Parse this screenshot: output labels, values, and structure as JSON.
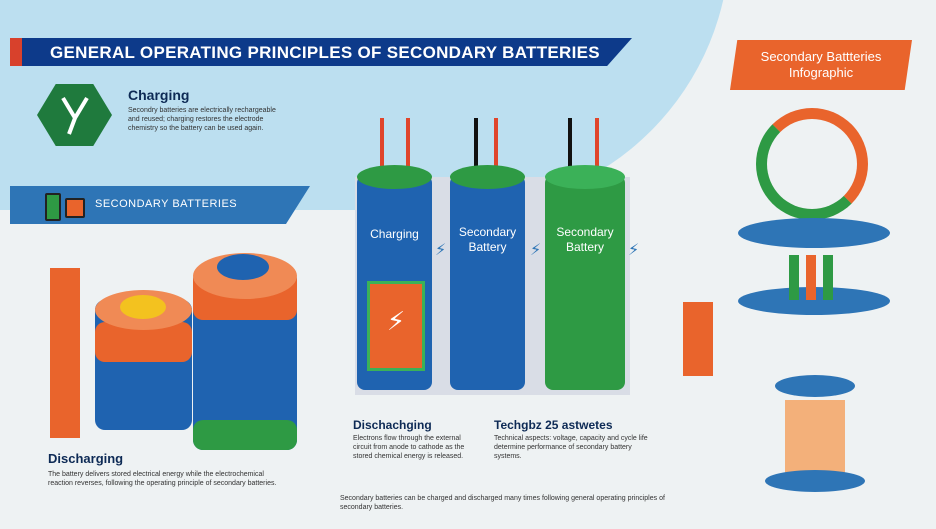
{
  "title": "GENERAL OPERATING PRINCIPLES OF SECONDARY BATTERIES",
  "badge": {
    "line1": "Secondary Battteries",
    "line2": "Infographic"
  },
  "charging": {
    "heading": "Charging",
    "body": "Secondry batteries are electrically rechargeable and reused; charging restores the electrode chemistry so the battery can be used again."
  },
  "secondary_bar": "SECONDARY BATTERIES",
  "cells": [
    {
      "label1": "Charging",
      "label2": ""
    },
    {
      "label1": "Secondary",
      "label2": "Battery"
    },
    {
      "label1": "Secondary",
      "label2": "Battery"
    }
  ],
  "discharging": {
    "heading": "Discharging",
    "body": "The battery delivers stored electrical energy while the electrochemical reaction reverses, following the operating principle of secondary batteries."
  },
  "dischaging_mid": {
    "heading": "Dischachging",
    "body": "Electrons flow through the external circuit from anode to cathode as the stored chemical energy is released."
  },
  "tech": {
    "heading": "Techgbz 25 astwetes",
    "body": "Technical aspects: voltage, capacity and cycle life determine performance of secondary battery systems."
  },
  "footer": "Secondary batteries can be charged and discharged many times following general operating principles of secondary batteries.",
  "colors": {
    "navy": "#0d3a8a",
    "orange": "#e9642c",
    "green": "#2e9a44",
    "blue": "#2e75b6"
  }
}
